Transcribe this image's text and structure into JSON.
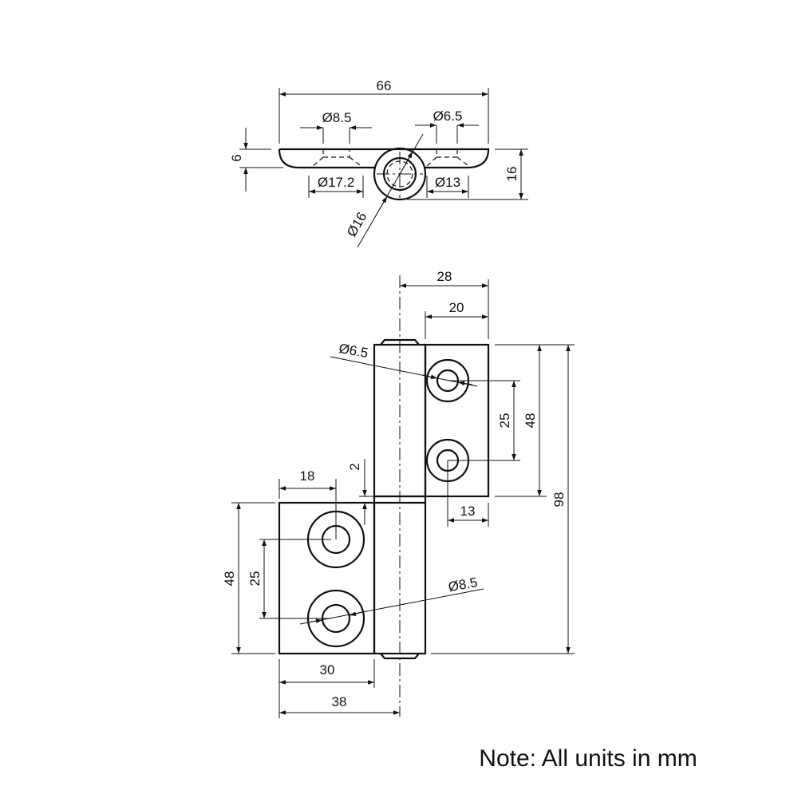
{
  "top_view": {
    "overall_width": "66",
    "hole_left_diameter": "Ø8.5",
    "hole_right_diameter": "Ø6.5",
    "countersink_left": "Ø17.2",
    "countersink_right": "Ø13",
    "plate_thickness": "6",
    "barrel_height": "16",
    "barrel_diameter": "Ø16"
  },
  "front_view": {
    "upper_total_width": "28",
    "upper_leaf_width": "20",
    "upper_hole_spacing": "25",
    "upper_leaf_height": "48",
    "overall_height": "98",
    "upper_hole_edge": "13",
    "upper_hole_diameter": "Ø6.5",
    "gap": "2",
    "lower_hole_edge": "18",
    "lower_leaf_height": "48",
    "lower_hole_spacing": "25",
    "lower_hole_diameter": "Ø8.5",
    "lower_leaf_width": "30",
    "lower_total_width": "38"
  },
  "note": "Note: All units in mm"
}
